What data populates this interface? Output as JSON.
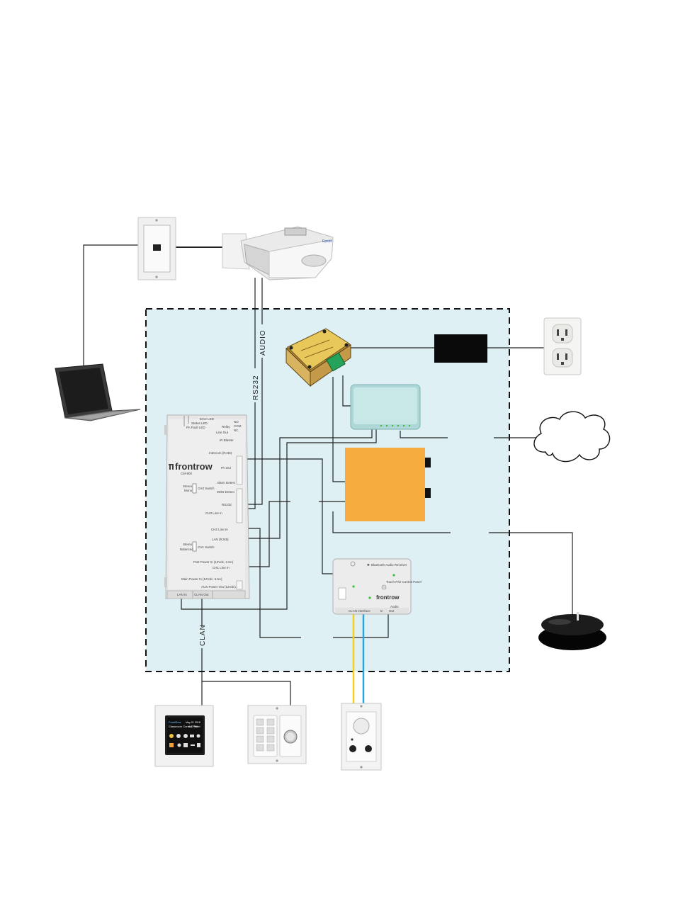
{
  "labels": {
    "audio": "AUDIO",
    "rs232": "RS232",
    "clan": "CLAN"
  },
  "cm900": {
    "brand": "frontrow",
    "model": "CM-900",
    "ports": {
      "error_led": "Error LED",
      "status_led": "Status LED",
      "pa_fault_led": "PA Fault LED",
      "relay": "Relay",
      "no": "NO",
      "com": "COM",
      "nc": "NC",
      "line_out": "Line Out",
      "ir_blaster": "IR Blaster",
      "intercom": "Intercom (RJ45)",
      "pa_out": "PA Out",
      "alarm_detect": "Alarm Detect",
      "mod_detect": "MOD Detect",
      "rs232": "RS232",
      "ch3_line_in": "CH3 Line In",
      "ch2_line_in": "CH2 Line In",
      "lan": "LAN (RJ45)",
      "ch1_switch": "CH1 Switch",
      "ch3_switch": "CH3 Switch",
      "poe_power": "PoE Power In (12Vdc, 2.6A)",
      "ch1_line_in": "CH1 Line In",
      "main_power": "Main Power In (12Vdc, 5.5A)",
      "aux_power": "AUX Power Out (12Vdc)",
      "lan_in": "LAN In",
      "clan_out": "CLAN Out",
      "stereo": "Stereo",
      "mono": "Mono",
      "balanced": "Balanced"
    }
  },
  "bt": {
    "title": "Bluetooth Audio Receiver",
    "brand": "frontrow",
    "clan_interface": "CLAN Interface",
    "audio": "Audio",
    "in": "In",
    "out": "Out",
    "pair_label": "Touch Pair Control Panel"
  },
  "control_panel": {
    "brand": "FrontRow",
    "name": "Classroom Control Panel",
    "date": "May 31 2018",
    "time": "4:17 PM"
  },
  "colors": {
    "zone_fill": "#dff0f5",
    "amp_orange": "#f7ac3e",
    "wire_yellow": "#f2d21b",
    "wire_blue": "#2aa6d9",
    "pcb_yellow": "#e8c85a"
  }
}
